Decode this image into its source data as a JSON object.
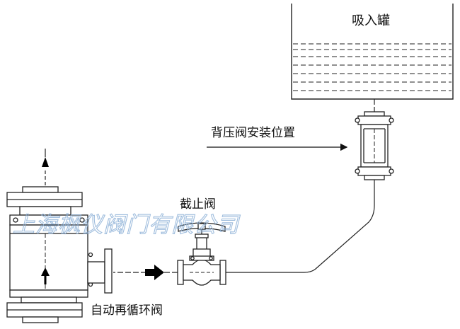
{
  "labels": {
    "tank": "吸入罐",
    "backpressure": "背压阀安装位置",
    "stop_valve": "截止阀",
    "recirc_valve": "自动再循环阀"
  },
  "watermark": "上海枫仪阀门有限公司",
  "colors": {
    "line": "#222222",
    "watermark": "#8fb2d8",
    "background": "#ffffff"
  }
}
